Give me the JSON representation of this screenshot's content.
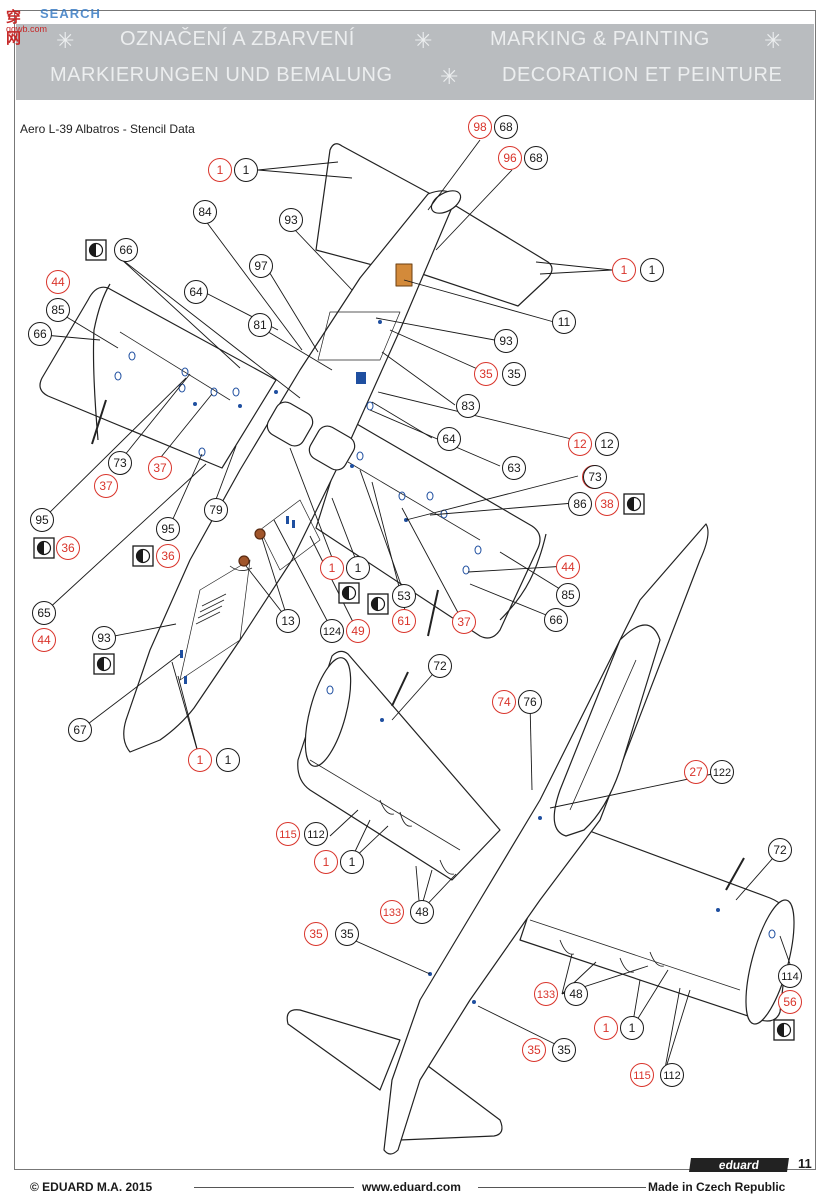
{
  "watermark": {
    "logo": "穿网",
    "brand": "SEARCH",
    "sub": "qqwb.com"
  },
  "header": {
    "cz": "OZNAČENÍ A ZBARVENÍ",
    "en": "MARKING & PAINTING",
    "de": "MARKIERUNGEN UND BEMALUNG",
    "fr": "DECORATION ET PEINTURE",
    "star": "✳"
  },
  "subtitle": "Aero L-39 Albatros  - Stencil Data",
  "colors": {
    "red": "#d9342b",
    "black": "#1a1a1a",
    "blue": "#1f4fa0",
    "header": "#b9bcbf"
  },
  "callouts": [
    {
      "t": "98",
      "c": "red"
    },
    {
      "t": "68",
      "c": "black"
    },
    {
      "t": "96",
      "c": "red"
    },
    {
      "t": "68",
      "c": "black"
    },
    {
      "t": "1",
      "c": "red"
    },
    {
      "t": "1",
      "c": "black"
    },
    {
      "t": "84",
      "c": "black"
    },
    {
      "t": "93",
      "c": "black"
    },
    {
      "t": "66",
      "c": "black"
    },
    {
      "t": "97",
      "c": "black"
    },
    {
      "t": "1",
      "c": "red"
    },
    {
      "t": "1",
      "c": "black"
    },
    {
      "t": "44",
      "c": "red"
    },
    {
      "t": "64",
      "c": "black"
    },
    {
      "t": "85",
      "c": "black"
    },
    {
      "t": "11",
      "c": "black"
    },
    {
      "t": "81",
      "c": "black"
    },
    {
      "t": "66",
      "c": "black"
    },
    {
      "t": "93",
      "c": "black"
    },
    {
      "t": "35",
      "c": "red"
    },
    {
      "t": "35",
      "c": "black"
    },
    {
      "t": "83",
      "c": "black"
    },
    {
      "t": "64",
      "c": "black"
    },
    {
      "t": "12",
      "c": "red"
    },
    {
      "t": "12",
      "c": "black"
    },
    {
      "t": "73",
      "c": "black"
    },
    {
      "t": "37",
      "c": "red"
    },
    {
      "t": "63",
      "c": "black"
    },
    {
      "t": "37",
      "c": "red"
    },
    {
      "t": "73",
      "c": "black"
    },
    {
      "t": "37",
      "c": "red"
    },
    {
      "t": "79",
      "c": "black"
    },
    {
      "t": "86",
      "c": "black"
    },
    {
      "t": "38",
      "c": "red"
    },
    {
      "t": "95",
      "c": "black"
    },
    {
      "t": "95",
      "c": "black"
    },
    {
      "t": "36",
      "c": "red"
    },
    {
      "t": "36",
      "c": "red"
    },
    {
      "t": "1",
      "c": "red"
    },
    {
      "t": "1",
      "c": "black"
    },
    {
      "t": "44",
      "c": "red"
    },
    {
      "t": "53",
      "c": "black"
    },
    {
      "t": "85",
      "c": "black"
    },
    {
      "t": "65",
      "c": "black"
    },
    {
      "t": "13",
      "c": "black"
    },
    {
      "t": "124",
      "c": "black"
    },
    {
      "t": "49",
      "c": "red"
    },
    {
      "t": "61",
      "c": "red"
    },
    {
      "t": "37",
      "c": "red"
    },
    {
      "t": "66",
      "c": "black"
    },
    {
      "t": "44",
      "c": "red"
    },
    {
      "t": "93",
      "c": "black"
    },
    {
      "t": "67",
      "c": "black"
    },
    {
      "t": "1",
      "c": "red"
    },
    {
      "t": "1",
      "c": "black"
    },
    {
      "t": "72",
      "c": "black"
    },
    {
      "t": "74",
      "c": "red"
    },
    {
      "t": "76",
      "c": "black"
    },
    {
      "t": "27",
      "c": "red"
    },
    {
      "t": "122",
      "c": "black"
    },
    {
      "t": "115",
      "c": "red"
    },
    {
      "t": "112",
      "c": "black"
    },
    {
      "t": "1",
      "c": "red"
    },
    {
      "t": "1",
      "c": "black"
    },
    {
      "t": "72",
      "c": "black"
    },
    {
      "t": "133",
      "c": "red"
    },
    {
      "t": "48",
      "c": "black"
    },
    {
      "t": "35",
      "c": "red"
    },
    {
      "t": "35",
      "c": "black"
    },
    {
      "t": "114",
      "c": "black"
    },
    {
      "t": "133",
      "c": "red"
    },
    {
      "t": "48",
      "c": "black"
    },
    {
      "t": "56",
      "c": "red"
    },
    {
      "t": "1",
      "c": "red"
    },
    {
      "t": "1",
      "c": "black"
    },
    {
      "t": "35",
      "c": "red"
    },
    {
      "t": "35",
      "c": "black"
    },
    {
      "t": "115",
      "c": "red"
    },
    {
      "t": "112",
      "c": "black"
    }
  ],
  "footer": {
    "copyright": "© EDUARD  M.A. 2015",
    "url": "www.eduard.com",
    "made": "Made in Czech Republic",
    "logo": "eduard",
    "page": "11"
  }
}
